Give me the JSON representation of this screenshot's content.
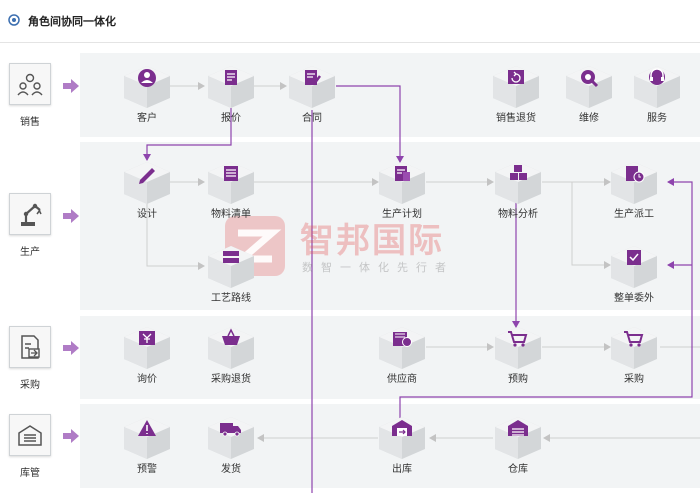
{
  "header": {
    "title": "角色间协同一体化"
  },
  "colors": {
    "accent": "#8e44ad",
    "cube_top": "#eceeef",
    "cube_side": "#d3d6d8",
    "badge": "#7b2e8e"
  },
  "lanes": [
    {
      "id": "sales",
      "label": "销售",
      "icon": "people-icon"
    },
    {
      "id": "production",
      "label": "生产",
      "icon": "robot-arm-icon"
    },
    {
      "id": "purchase",
      "label": "采购",
      "icon": "purchase-doc-icon"
    },
    {
      "id": "warehouse",
      "label": "库管",
      "icon": "warehouse-icon"
    }
  ],
  "nodes": {
    "customer": {
      "label": "客户",
      "icon": "user-icon"
    },
    "quote": {
      "label": "报价",
      "icon": "invoice-icon"
    },
    "contract": {
      "label": "合同",
      "icon": "contract-icon"
    },
    "sales_return": {
      "label": "销售退货",
      "icon": "return-icon"
    },
    "repair": {
      "label": "维修",
      "icon": "repair-icon"
    },
    "service": {
      "label": "服务",
      "icon": "headset-icon"
    },
    "design": {
      "label": "设计",
      "icon": "pencil-icon"
    },
    "bom": {
      "label": "物料清单",
      "icon": "list-icon"
    },
    "production_plan": {
      "label": "生产计划",
      "icon": "plan-icon"
    },
    "material_analysis": {
      "label": "物料分析",
      "icon": "cubes-icon"
    },
    "dispatch": {
      "label": "生产派工",
      "icon": "dispatch-icon"
    },
    "outsourcing": {
      "label": "整单委外",
      "icon": "clipboard-check-icon"
    },
    "routing": {
      "label": "工艺路线",
      "icon": "route-icon"
    },
    "inquiry": {
      "label": "询价",
      "icon": "yen-icon"
    },
    "purchase_return": {
      "label": "采购退货",
      "icon": "basket-icon"
    },
    "supplier": {
      "label": "供应商",
      "icon": "supplier-icon"
    },
    "pre_purchase": {
      "label": "预购",
      "icon": "cart-icon"
    },
    "purchase": {
      "label": "采购",
      "icon": "cart-icon"
    },
    "alert": {
      "label": "预警",
      "icon": "warning-icon"
    },
    "delivery": {
      "label": "发货",
      "icon": "truck-icon"
    },
    "outbound": {
      "label": "出库",
      "icon": "outbound-icon"
    },
    "warehouse": {
      "label": "仓库",
      "icon": "storehouse-icon"
    }
  },
  "watermark": {
    "brand": "智邦国际",
    "slogan": "数智一体化先行者"
  }
}
